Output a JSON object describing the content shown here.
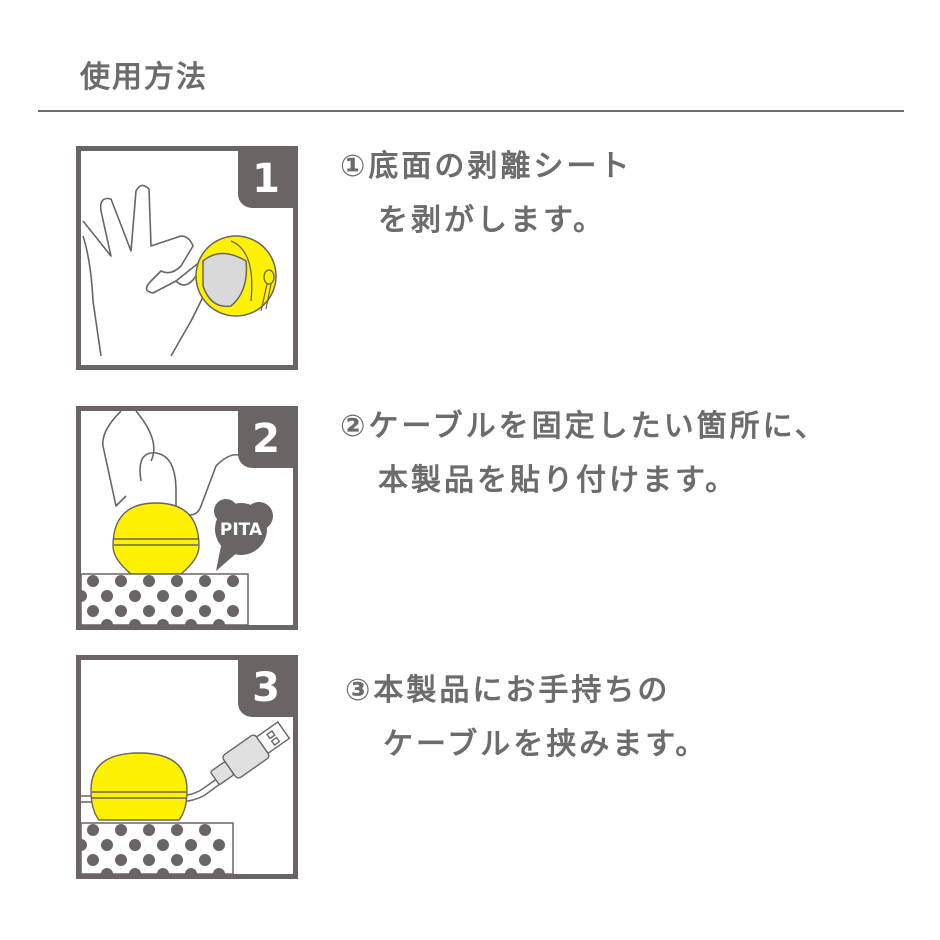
{
  "header": {
    "title": "使用方法"
  },
  "colors": {
    "frame": "#6b6464",
    "product_yellow": "#fff200",
    "text": "#6e6b6b",
    "sheet_gray": "#d9d9d9"
  },
  "steps": [
    {
      "number": "1",
      "line1": "①底面の剥離シート",
      "line2": "を剥がします。",
      "icon": "hand-peeling-sheet-illustration"
    },
    {
      "number": "2",
      "line1": "②ケーブルを固定したい箇所に、",
      "line2": "本製品を貼り付けます。",
      "icon": "hand-pressing-product-illustration",
      "bubble": "PITA"
    },
    {
      "number": "3",
      "line1": "③本製品にお手持ちの",
      "line2": "ケーブルを挟みます。",
      "icon": "usb-cable-clip-illustration"
    }
  ]
}
